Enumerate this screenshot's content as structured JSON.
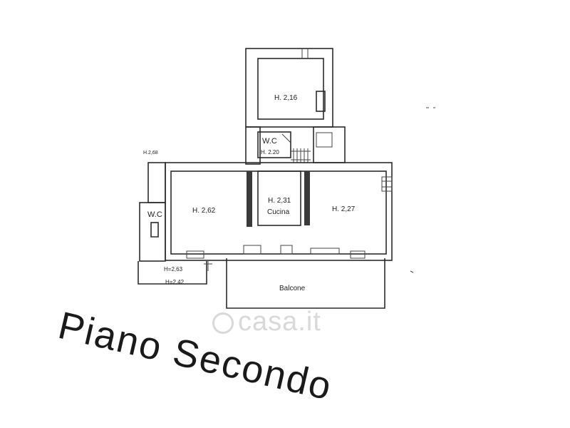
{
  "title": "Piano Secondo",
  "watermark": "casa.it",
  "rooms": {
    "upper": "H. 2,16",
    "wc_top_name": "W.C",
    "wc_top_height": "H. 2.20",
    "left_room": "H. 2,62",
    "cucina_height": "H. 2,31",
    "cucina_name": "Cucina",
    "right_room": "H. 2,27",
    "wc_left": "W.C",
    "ext_top": "H.2,68",
    "ext_mid": "H=2,63",
    "ext_bottom": "H=2,42",
    "balcone": "Balcone"
  }
}
